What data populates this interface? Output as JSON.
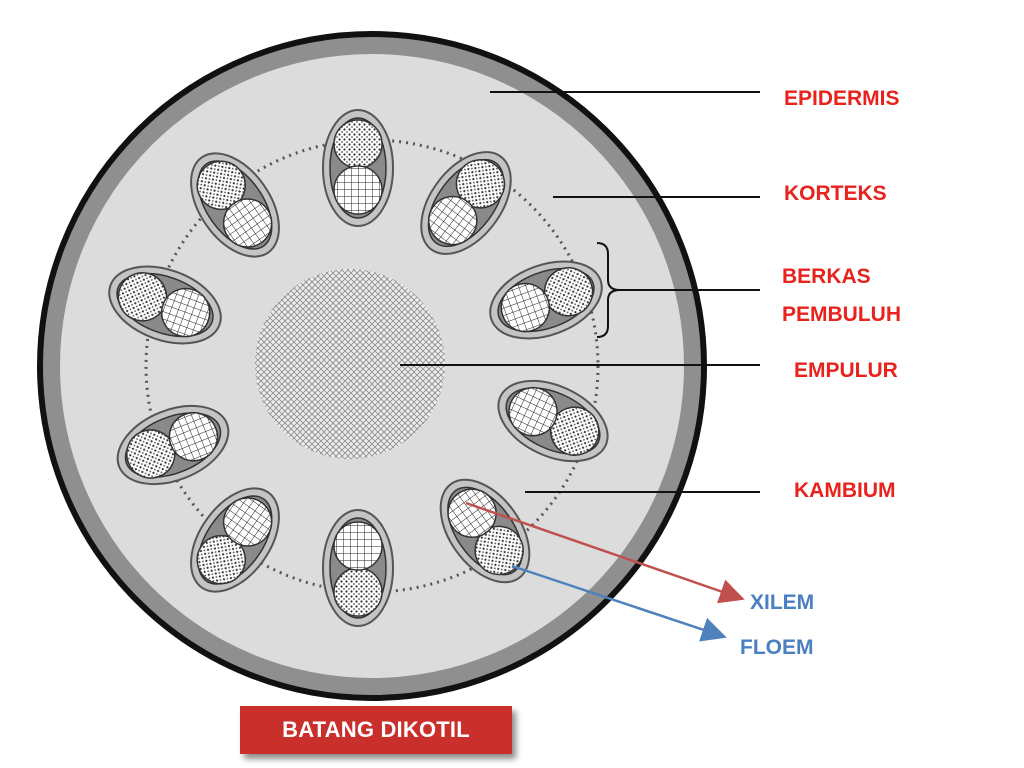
{
  "diagram": {
    "title": "BATANG DIKOTIL",
    "labels": {
      "epidermis": "EPIDERMIS",
      "korteks": "KORTEKS",
      "berkas_line1": "BERKAS",
      "berkas_line2": "PEMBULUH",
      "empulur": "EMPULUR",
      "kambium": "KAMBIUM",
      "xilem": "XILEM",
      "floem": "FLOEM"
    },
    "colors": {
      "label_red": "#e8221c",
      "label_blue": "#4a7fc1",
      "title_bg": "#c9302c",
      "title_text": "#ffffff",
      "epidermis_ring": "#8f8f8f",
      "cortex": "#dcdcdc",
      "bundle_fill": "#8a8a8a",
      "xilem_arrow": "#c0504d",
      "floem_arrow": "#4f81bd"
    },
    "vascular_bundle_count": 10
  }
}
